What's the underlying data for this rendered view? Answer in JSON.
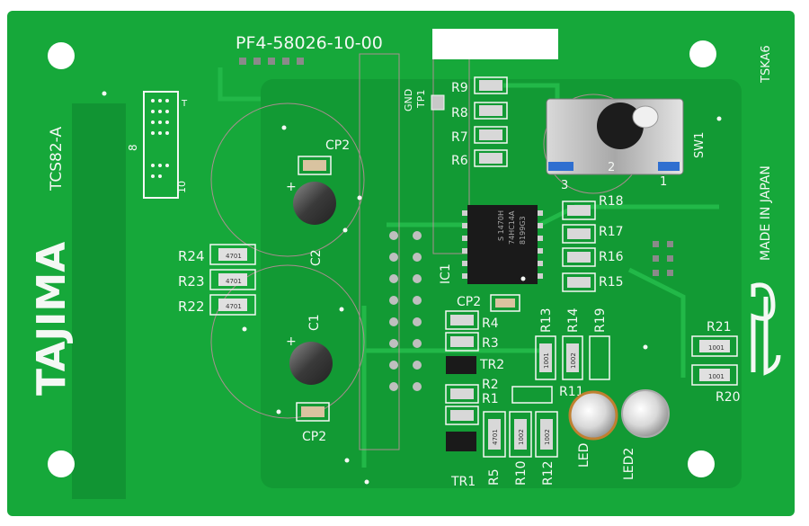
{
  "board": {
    "part_number": "PF4-58026-10-00",
    "brand": "TAJIMA",
    "model": "TCS82-A",
    "origin": "MADE IN JAPAN",
    "code": "TSKA6",
    "colors": {
      "board": "#16a83a",
      "board_dark": "#0f8a2c",
      "silk": "#f4f8f4",
      "pad": "#c8c8c8"
    }
  },
  "labels": {
    "gnd": "GND",
    "tp1": "TP1",
    "r9": "R9",
    "r8": "R8",
    "r7": "R7",
    "r6": "R6",
    "sw1": "SW1",
    "r18": "R18",
    "r17": "R17",
    "r16": "R16",
    "r15": "R15",
    "cp2_top": "CP2",
    "cp2_mid": "CP2",
    "cp2_bot": "CP2",
    "c2": "C2",
    "c1": "C1",
    "r24": "R24",
    "r23": "R23",
    "r22": "R22",
    "ic1": "IC1",
    "r4": "R4",
    "r3": "R3",
    "tr2": "TR2",
    "r2": "R2",
    "r1": "R1",
    "r13": "R13",
    "r14": "R14",
    "r19": "R19",
    "r11": "R11",
    "r21": "R21",
    "r20": "R20",
    "r5": "R5",
    "r10": "R10",
    "r12": "R12",
    "led": "LED",
    "led2": "LED2",
    "tr1": "TR1",
    "conn_8": "8",
    "conn_10": "10",
    "conn_T": "T",
    "sw_3": "3",
    "sw_2": "2",
    "sw_1": "1"
  },
  "chip_markings": {
    "line1": "S 1470H",
    "line2": "74HC14A",
    "line3": "8199G3"
  },
  "resistor_codes": {
    "r4701": "4701",
    "r1001": "1001",
    "r1002": "1002"
  }
}
